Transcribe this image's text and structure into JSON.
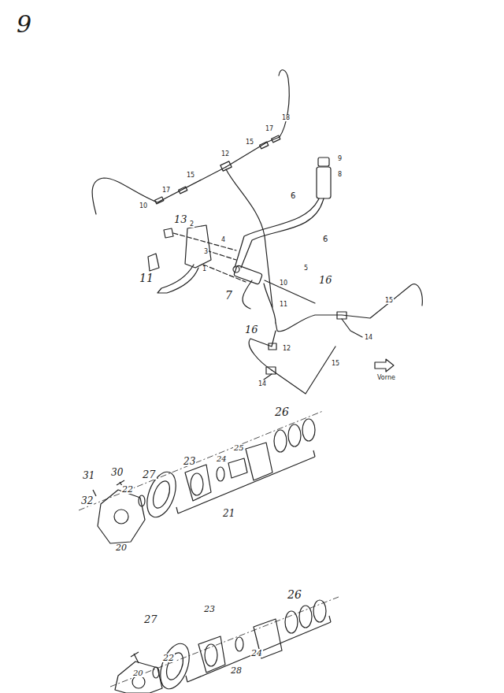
{
  "diagram": {
    "labels": [
      "9",
      "18",
      "17",
      "15",
      "12",
      "9",
      "8",
      "15",
      "6",
      "17",
      "10",
      "13",
      "2",
      "6",
      "4",
      "3",
      "1",
      "5",
      "11",
      "16",
      "10",
      "7",
      "15",
      "11",
      "16",
      "12",
      "14",
      "15",
      "Vorne",
      "14",
      "26",
      "25",
      "24",
      "23",
      "30",
      "27",
      "31",
      "22",
      "32",
      "21",
      "20",
      "26",
      "23",
      "27",
      "22",
      "24",
      "28",
      "20"
    ]
  }
}
